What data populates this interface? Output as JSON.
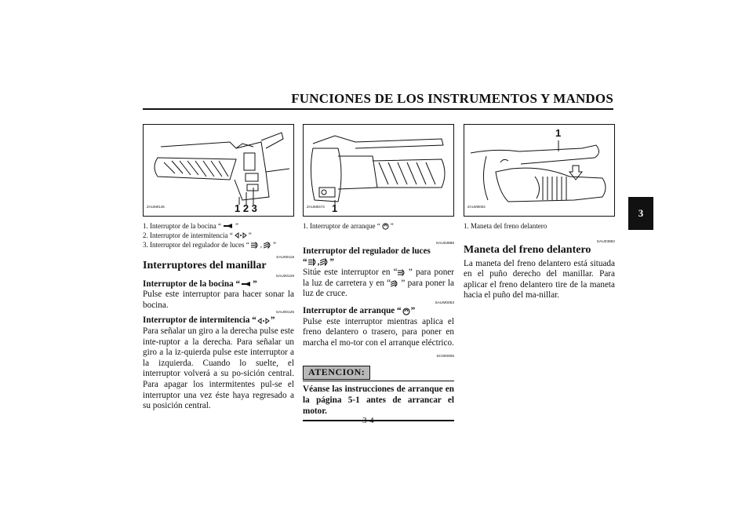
{
  "header": {
    "title": "FUNCIONES DE LOS INSTRUMENTOS Y MANDOS"
  },
  "chapter_tab": "3",
  "page_number": "3-4",
  "col1": {
    "figure": {
      "code": "ZAUM0145",
      "labels": "1 2 3"
    },
    "captions": [
      {
        "pre": "1.  Interruptor de la bocina “",
        "post": " ”"
      },
      {
        "pre": "2.  Interruptor de intermitencia “",
        "post": " ”"
      },
      {
        "pre": "3.  Interruptor del regulador de luces “",
        "mid": " , ",
        "post": " ”"
      }
    ],
    "ref1": "SAU00118",
    "section_title": "Interruptores del manillar",
    "ref2": "SAU00129",
    "horn_heading_pre": "Interruptor de la bocina “",
    "horn_heading_post": "”",
    "horn_text": "Pulse este interruptor para hacer sonar la bocina.",
    "ref3": "SAU00125",
    "turn_heading_pre": "Interruptor de intermitencia “",
    "turn_heading_post": " ”",
    "turn_text": "Para señalar un giro a la derecha pulse este inte-ruptor a la derecha. Para señalar un giro a la iz-quierda pulse este interruptor a la izquierda. Cuando lo suelte, el interruptor volverá a su po-sición central. Para apagar los intermitentes pul-se el interruptor una vez éste haya regresado a su posición central."
  },
  "col2": {
    "figure": {
      "code": "ZAUM0473",
      "label": "1"
    },
    "caption_pre": "1.  Interruptor de arranque “",
    "caption_post": " ”",
    "ref1": "SAU03888",
    "dimmer_heading": "Interruptor del regulador de luces",
    "dimmer_heading_open": "“",
    "dimmer_heading_mid": " , ",
    "dimmer_heading_close": " ”",
    "dimmer_text_1": "Sitúe este interruptor en “",
    "dimmer_text_2": " ” para poner la luz de carretera y en “",
    "dimmer_text_3": " ” para poner la luz de cruce.",
    "ref2": "SAUM0063",
    "start_heading_pre": "Interruptor de arranque “",
    "start_heading_post": " ”",
    "start_text": "Pulse este interruptor mientras aplica el freno delantero o trasero, para poner en marcha el mo-tor con el arranque eléctrico.",
    "ref3": "SC000005",
    "attention_label": "ATENCION:",
    "warning_text": "Véanse las instrucciones de arranque en la página 5-1 antes de arrancar el motor."
  },
  "col3": {
    "figure": {
      "code": "ZAUM0004",
      "label": "1"
    },
    "caption": "1.  Maneta del freno delantero",
    "ref1": "SAU03882",
    "section_title": "Maneta del freno delantero",
    "text": "La maneta del freno delantero está situada en el puño derecho del manillar. Para aplicar el freno delantero tire de la maneta hacia el puño del ma-nillar."
  },
  "icons": [
    "horn-icon",
    "turn-signal-icon",
    "high-beam-icon",
    "low-beam-icon",
    "start-icon"
  ]
}
